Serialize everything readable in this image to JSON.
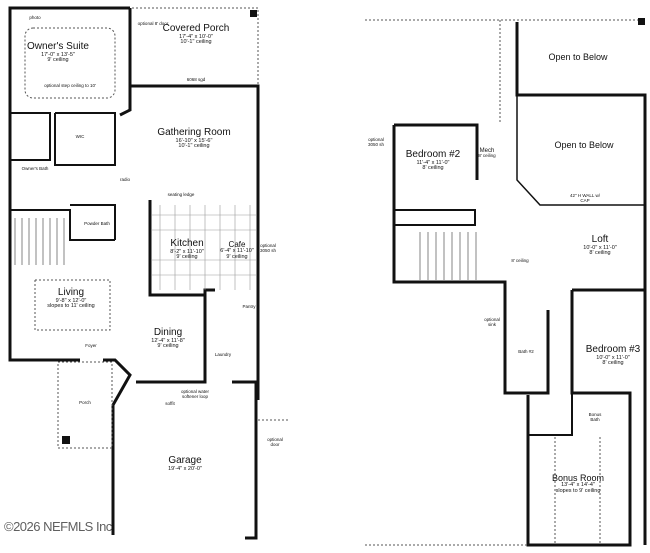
{
  "first_floor": {
    "rooms": [
      {
        "name": "Owner's Suite",
        "dims": "17'-0\" x 13'-5\"",
        "ceiling": "9' ceiling",
        "note": "optional step ceiling to 10'"
      },
      {
        "name": "Covered Porch",
        "dims": "17'-4\" x 10'-0\"",
        "ceiling": "10'-1\" ceiling",
        "note": "optional 8' door"
      },
      {
        "name": "Gathering Room",
        "dims": "16'-10\" x 15'-6\"",
        "ceiling": "10'-1\" ceiling"
      },
      {
        "name": "WIC"
      },
      {
        "name": "Owner's Bath"
      },
      {
        "name": "Powder Bath"
      },
      {
        "name": "Kitchen",
        "dims": "8'-2\" x 11'-10\"",
        "ceiling": "9' ceiling"
      },
      {
        "name": "Cafe",
        "dims": "6'-4\" x 11'-10\"",
        "ceiling": "9' ceiling"
      },
      {
        "name": "Living",
        "dims": "9'-8\" x 12'-0\"",
        "ceiling": "slopes to 11' ceiling"
      },
      {
        "name": "Foyer"
      },
      {
        "name": "Dining",
        "dims": "12'-4\" x 11'-8\"",
        "ceiling": "9' ceiling"
      },
      {
        "name": "Laundry"
      },
      {
        "name": "Pantry"
      },
      {
        "name": "Porch"
      },
      {
        "name": "Garage",
        "dims": "19'-4\" x 20'-0\""
      }
    ],
    "notes": {
      "door": "6068 sgd",
      "ledge": "seating ledge",
      "window": "optional 3050 sh",
      "softener": "optional water softener loop",
      "soffit": "soffit",
      "garage_door": "optional door",
      "photo": "photo",
      "radio": "radio"
    }
  },
  "second_floor": {
    "rooms": [
      {
        "name": "Open to Below"
      },
      {
        "name": "Open to Below"
      },
      {
        "name": "Bedroom #2",
        "dims": "11'-4\" x 11'-0\"",
        "ceiling": "8' ceiling"
      },
      {
        "name": "Mech",
        "ceiling": "8' ceiling"
      },
      {
        "name": "Loft",
        "dims": "10'-0\" x 11'-0\"",
        "ceiling": "8' ceiling"
      },
      {
        "name": "Bath #2"
      },
      {
        "name": "Bedroom #3",
        "dims": "10'-0\" x 11'-0\"",
        "ceiling": "8' ceiling"
      },
      {
        "name": "Bonus Bath"
      },
      {
        "name": "Bonus Room",
        "dims": "13'-4\" x 14'-4\"",
        "ceiling": "slopes to 9' ceiling"
      }
    ],
    "notes": {
      "wall": "42\" H WALL w/ CAP",
      "window": "optional 3050 sh",
      "sink": "optional sink",
      "hall_ceiling": "8' ceiling"
    }
  },
  "watermark": "©2026 NEFMLS Inc",
  "colors": {
    "wall": "#111111",
    "background": "#ffffff"
  }
}
